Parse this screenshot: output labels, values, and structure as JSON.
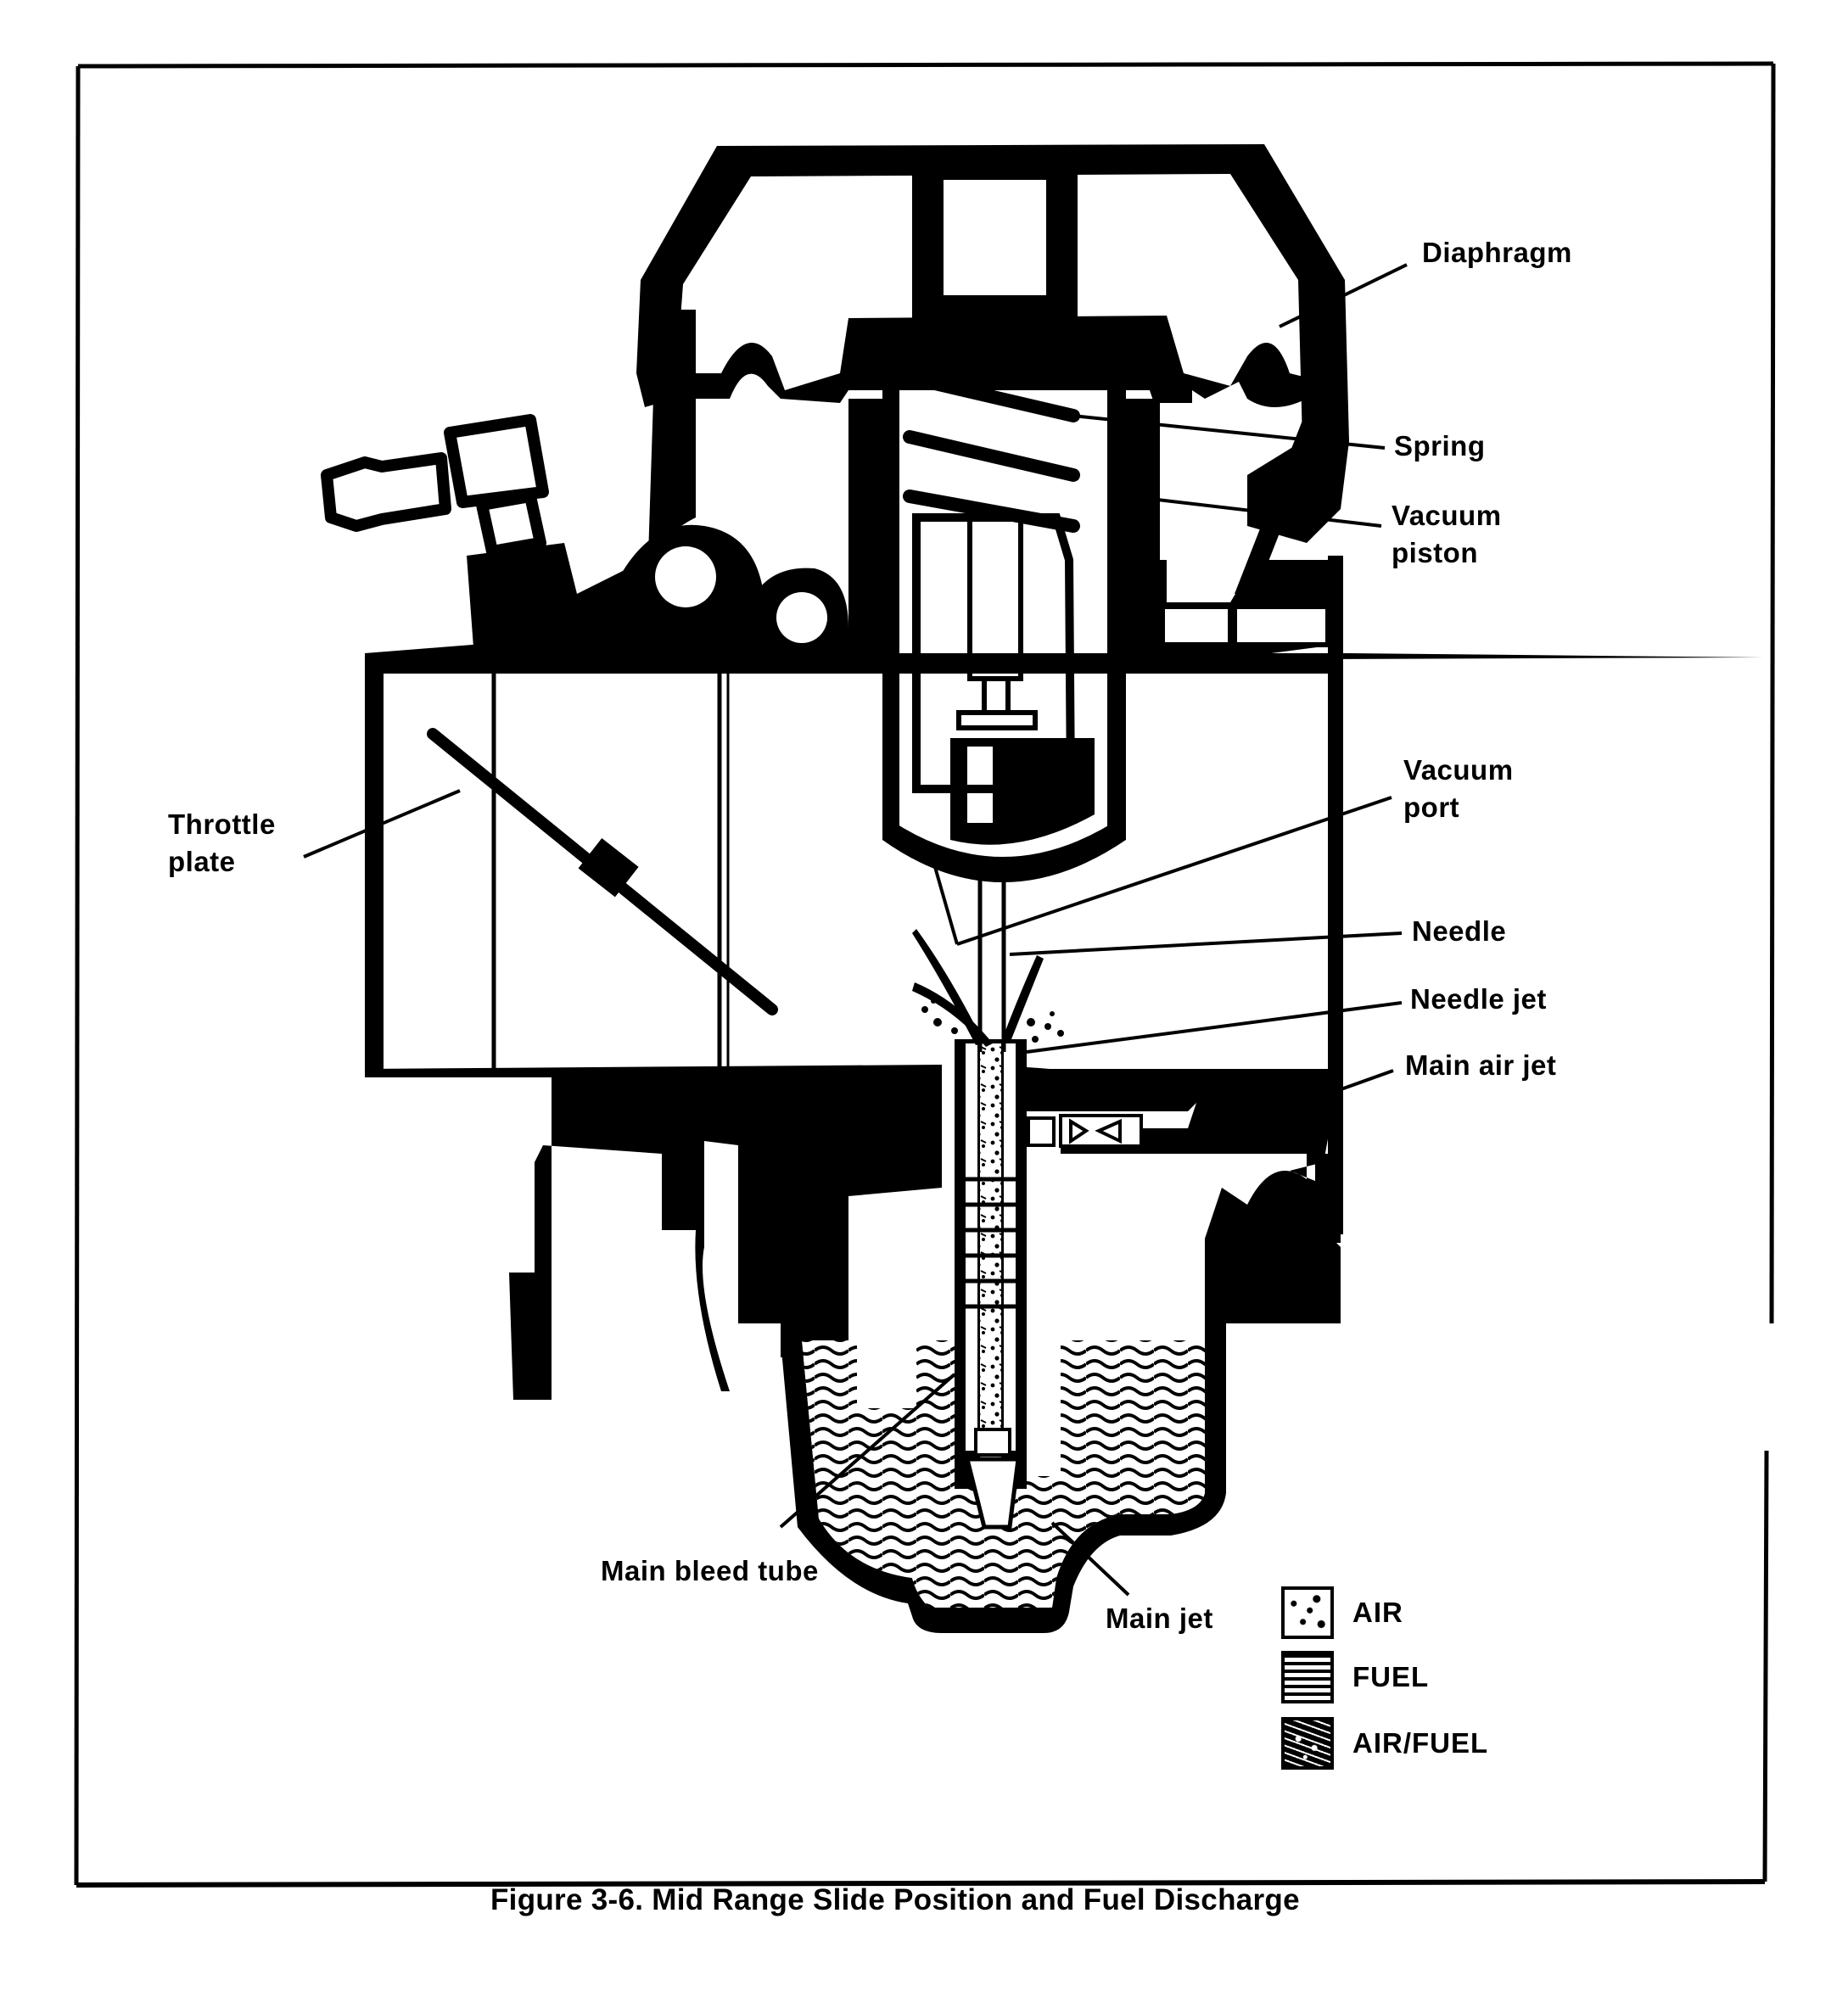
{
  "figure": {
    "caption": "Figure 3-6. Mid Range Slide Position and Fuel Discharge",
    "subject": "Constant-velocity carburetor cross-section"
  },
  "labels": {
    "diaphragm": "Diaphragm",
    "spring": "Spring",
    "vacuum_piston": "Vacuum\npiston",
    "vacuum_port": "Vacuum\nport",
    "needle": "Needle",
    "needle_jet": "Needle jet",
    "main_air_jet": "Main air jet",
    "throttle_plate": "Throttle\nplate",
    "main_bleed_tube": "Main bleed tube",
    "main_jet": "Main jet"
  },
  "legend": {
    "items": [
      {
        "key": "air",
        "label": "AIR",
        "pattern": "speckled"
      },
      {
        "key": "fuel",
        "label": "FUEL",
        "pattern": "wavy-lines"
      },
      {
        "key": "air_fuel",
        "label": "AIR/FUEL",
        "pattern": "mixed"
      }
    ]
  },
  "colors": {
    "ink": "#000000",
    "paper": "#ffffff"
  }
}
